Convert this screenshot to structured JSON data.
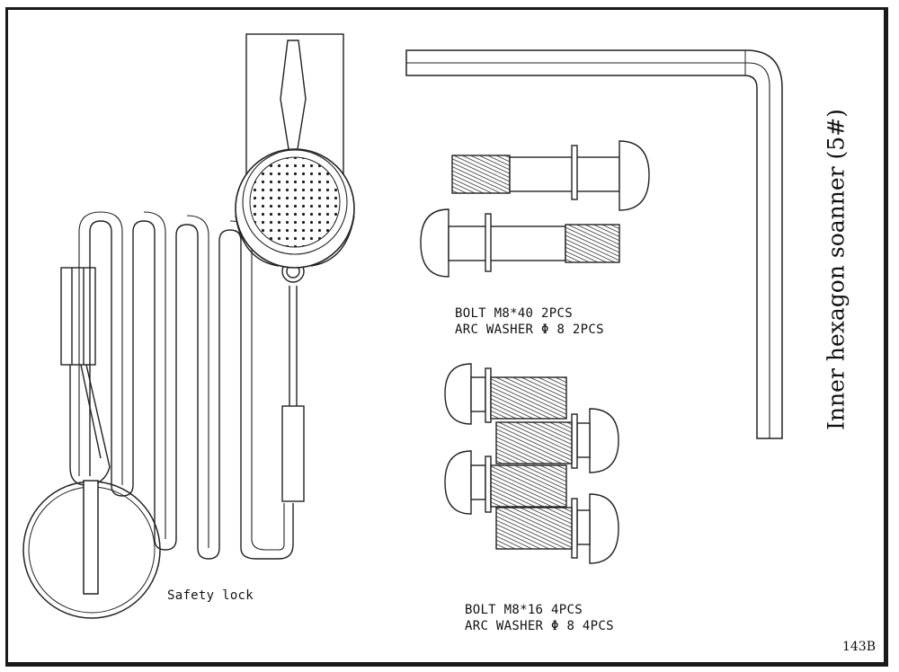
{
  "labels": {
    "safety_lock": "Safety lock",
    "bolt_long_line1": "BOLT M8*40 2PCS",
    "bolt_long_line2": "ARC WASHER Φ 8 2PCS",
    "bolt_short_line1": "BOLT M8*16 4PCS",
    "bolt_short_line2": "ARC WASHER Φ 8 4PCS",
    "wrench": "Inner hexagon soanner (5#)",
    "code": "143B"
  }
}
